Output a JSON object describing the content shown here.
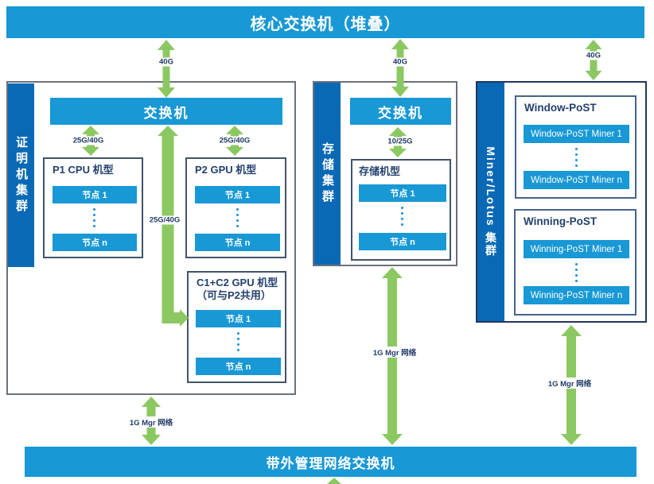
{
  "title_bar": {
    "label": "核心交换机（堆叠）"
  },
  "bottom_bar": {
    "label": "带外管理网络交换机"
  },
  "clusters": {
    "proving": {
      "sidebar_label": "证明机集群",
      "switch_label": "交换机",
      "p1": {
        "title": "P1 CPU 机型",
        "node_first": "节点 1",
        "node_last": "节点 n"
      },
      "p2": {
        "title": "P2 GPU 机型",
        "node_first": "节点 1",
        "node_last": "节点 n"
      },
      "c1c2": {
        "title": "C1+C2 GPU 机型",
        "subtitle": "（可与P2共用）",
        "node_first": "节点 1",
        "node_last": "节点 n"
      }
    },
    "storage": {
      "sidebar_label": "存储集群",
      "switch_label": "交换机",
      "box": {
        "title": "存储机型",
        "node_first": "节点 1",
        "node_last": "节点 n"
      }
    },
    "miner": {
      "sidebar_label": "Miner/Lotus 集群",
      "window": {
        "title": "Window-PoST",
        "node_first": "Window-PoST Miner 1",
        "node_last": "Window-PoST Miner n"
      },
      "winning": {
        "title": "Winning-PoST",
        "node_first": "Winning-PoST Miner 1",
        "node_last": "Winning-PoST Miner n"
      }
    }
  },
  "links": {
    "core_to_proving": "40G",
    "core_to_storage": "40G",
    "core_to_miner": "40G",
    "proving_switch_to_p1": "25G/40G",
    "proving_switch_to_p2": "25G/40G",
    "proving_switch_to_c1c2": "25G/40G",
    "storage_switch_to_nodes": "10/25G",
    "proving_to_mgmt": "1G Mgr 网络",
    "storage_to_mgmt": "1G Mgr 网络",
    "miner_to_mgmt": "1G Mgr 网络"
  },
  "colors": {
    "bar_blue": "#1898d5",
    "sidebar_blue": "#0a69b5",
    "arrow_green": "#8cc862",
    "label_navy": "#1f3a68"
  }
}
